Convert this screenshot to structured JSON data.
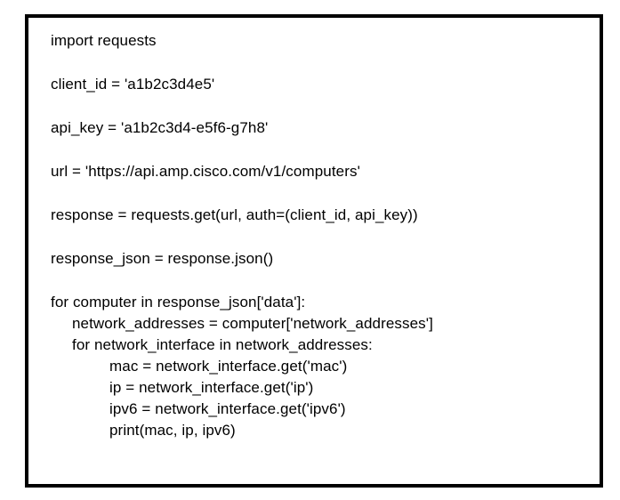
{
  "frame": {
    "border_color": "#000000",
    "background_color": "#ffffff",
    "text_color": "#000000"
  },
  "code": {
    "language": "python",
    "lines": [
      {
        "text": "import requests",
        "indent": 0,
        "blank_after": true
      },
      {
        "text": "client_id = 'a1b2c3d4e5'",
        "indent": 0,
        "blank_after": true
      },
      {
        "text": "api_key = 'a1b2c3d4-e5f6-g7h8'",
        "indent": 0,
        "blank_after": true
      },
      {
        "text": "url = 'https://api.amp.cisco.com/v1/computers'",
        "indent": 0,
        "blank_after": true
      },
      {
        "text": "response = requests.get(url, auth=(client_id, api_key))",
        "indent": 0,
        "blank_after": true
      },
      {
        "text": "response_json = response.json()",
        "indent": 0,
        "blank_after": true
      },
      {
        "text": "for computer in response_json['data']:",
        "indent": 0,
        "blank_after": false
      },
      {
        "text": "network_addresses = computer['network_addresses']",
        "indent": 1,
        "blank_after": false
      },
      {
        "text": "for network_interface in network_addresses:",
        "indent": 1,
        "blank_after": false
      },
      {
        "text": "mac = network_interface.get('mac')",
        "indent": 2,
        "blank_after": false
      },
      {
        "text": "ip = network_interface.get('ip')",
        "indent": 2,
        "blank_after": false
      },
      {
        "text": "ipv6 = network_interface.get('ipv6')",
        "indent": 2,
        "blank_after": false
      },
      {
        "text": "print(mac, ip, ipv6)",
        "indent": 2,
        "blank_after": false
      }
    ]
  }
}
